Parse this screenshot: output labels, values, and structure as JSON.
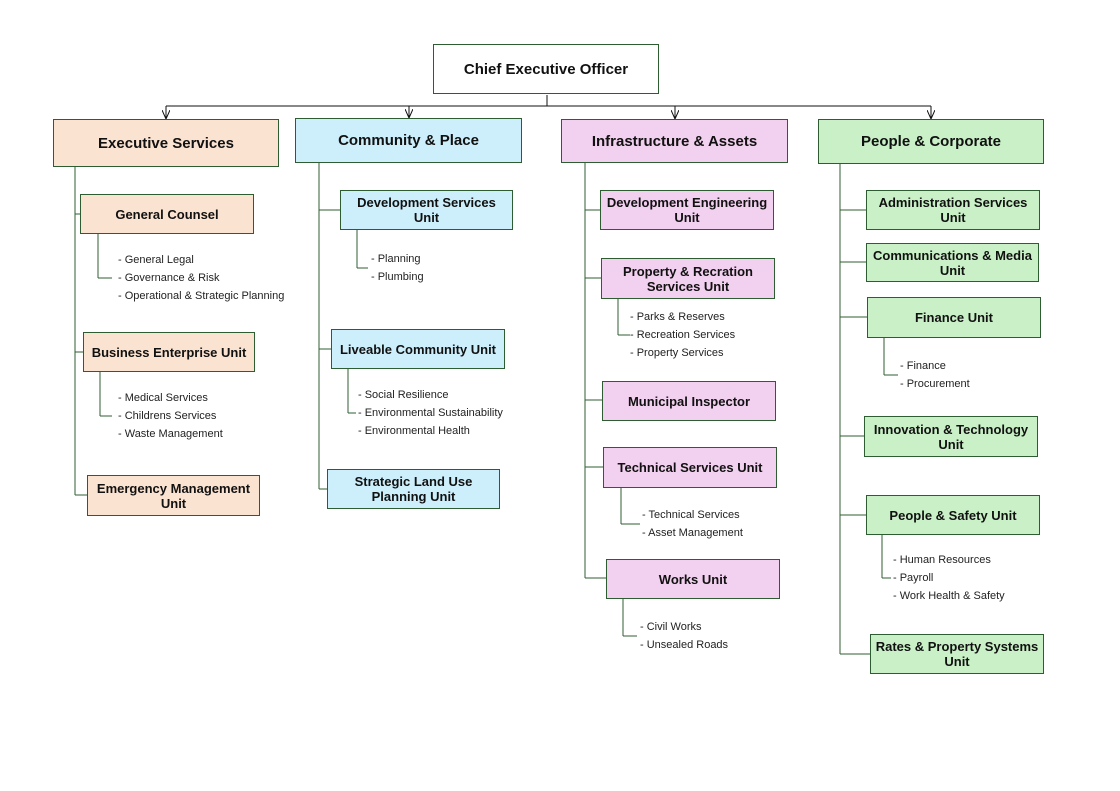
{
  "ceo": "Chief Executive Officer",
  "departments": [
    {
      "name": "Executive Services",
      "units": [
        {
          "name": "General Counsel",
          "items": [
            "- General Legal",
            "- Governance & Risk",
            "- Operational & Strategic Planning"
          ]
        },
        {
          "name": "Business Enterprise Unit",
          "items": [
            "- Medical Services",
            "- Childrens Services",
            "- Waste Management"
          ]
        },
        {
          "name": "Emergency Management Unit",
          "items": []
        }
      ]
    },
    {
      "name": "Community & Place",
      "units": [
        {
          "name": "Development Services Unit",
          "items": [
            "- Planning",
            "- Plumbing"
          ]
        },
        {
          "name": "Liveable Community Unit",
          "items": [
            "- Social Resilience",
            "- Environmental Sustainability",
            "- Environmental Health"
          ]
        },
        {
          "name": "Strategic Land Use Planning Unit",
          "items": []
        }
      ]
    },
    {
      "name": "Infrastructure & Assets",
      "units": [
        {
          "name": "Development Engineering Unit",
          "items": []
        },
        {
          "name": "Property & Recration Services Unit",
          "items": [
            "- Parks & Reserves",
            "- Recreation Services",
            "- Property Services"
          ]
        },
        {
          "name": "Municipal Inspector",
          "items": []
        },
        {
          "name": "Technical Services Unit",
          "items": [
            "- Technical Services",
            "- Asset Management"
          ]
        },
        {
          "name": "Works Unit",
          "items": [
            "- Civil Works",
            "- Unsealed Roads"
          ]
        }
      ]
    },
    {
      "name": "People & Corporate",
      "units": [
        {
          "name": "Administration Services Unit",
          "items": []
        },
        {
          "name": "Communications & Media Unit",
          "items": []
        },
        {
          "name": "Finance Unit",
          "items": [
            "- Finance",
            "- Procurement"
          ]
        },
        {
          "name": "Innovation & Technology Unit",
          "items": []
        },
        {
          "name": "People & Safety Unit",
          "items": [
            "- Human Resources",
            "- Payroll",
            "- Work Health & Safety"
          ]
        },
        {
          "name": "Rates & Property Systems Unit",
          "items": []
        }
      ]
    }
  ],
  "colors": {
    "line": "#2f5d32",
    "exec": "#fbe3d2",
    "comm": "#cdeefb",
    "infra": "#f2d0ef",
    "people": "#c9f0c6"
  }
}
